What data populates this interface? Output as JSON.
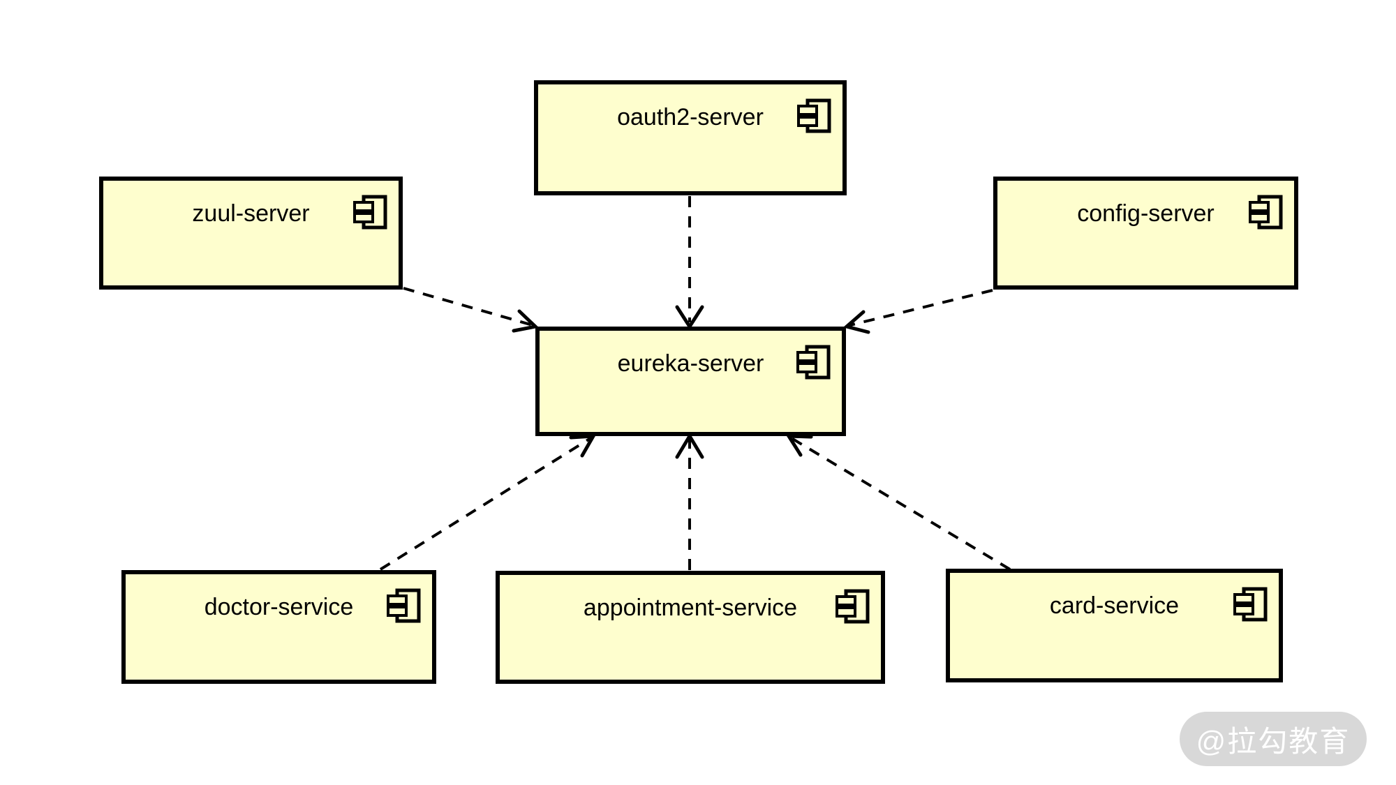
{
  "diagram": {
    "type": "uml-component-diagram",
    "components": [
      {
        "id": "oauth2-server",
        "label": "oauth2-server"
      },
      {
        "id": "zuul-server",
        "label": "zuul-server"
      },
      {
        "id": "config-server",
        "label": "config-server"
      },
      {
        "id": "eureka-server",
        "label": "eureka-server"
      },
      {
        "id": "doctor-service",
        "label": "doctor-service"
      },
      {
        "id": "appointment-service",
        "label": "appointment-service"
      },
      {
        "id": "card-service",
        "label": "card-service"
      }
    ],
    "edges": [
      {
        "from": "oauth2-server",
        "to": "eureka-server",
        "style": "dashed-open-arrow"
      },
      {
        "from": "zuul-server",
        "to": "eureka-server",
        "style": "dashed-open-arrow"
      },
      {
        "from": "config-server",
        "to": "eureka-server",
        "style": "dashed-open-arrow"
      },
      {
        "from": "doctor-service",
        "to": "eureka-server",
        "style": "dashed-open-arrow"
      },
      {
        "from": "appointment-service",
        "to": "eureka-server",
        "style": "dashed-open-arrow"
      },
      {
        "from": "card-service",
        "to": "eureka-server",
        "style": "dashed-open-arrow"
      }
    ],
    "colors": {
      "component_fill": "#FEFECE",
      "component_border": "#000000",
      "arrow": "#000000",
      "background": "#FFFFFF",
      "watermark_bg": "#D8D8D8",
      "watermark_text": "#FFFFFF"
    }
  },
  "watermark": {
    "label": "@拉勾教育"
  }
}
